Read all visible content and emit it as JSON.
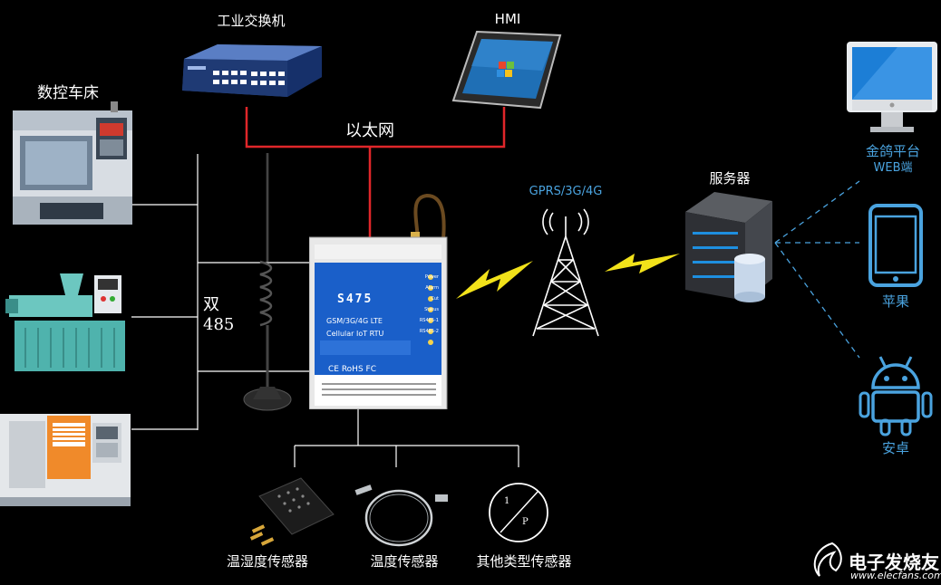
{
  "labels": {
    "switch": "工业交换机",
    "hmi": "HMI",
    "ethernet": "以太网",
    "cnc": "数控车床",
    "dual485_line1": "双",
    "dual485_line2": "485",
    "gprs": "GPRS/3G/4G",
    "server": "服务器",
    "web_line1": "金鸽平台",
    "web_line2": "WEB端",
    "apple": "苹果",
    "android": "安卓",
    "sensor_humidity": "温湿度传感器",
    "sensor_temp": "温度传感器",
    "sensor_other": "其他类型传感器"
  },
  "device": {
    "model": "S475",
    "line1": "GSM/3G/4G LTE",
    "line2": "Cellular IoT RTU",
    "certs": "CE RoHS FC",
    "leds": [
      "Power",
      "Alarm",
      "Cut",
      "Status",
      "RS485-1",
      "RS485-2"
    ]
  },
  "pressure_sensor": {
    "top": "1",
    "bottom": "P"
  },
  "watermark": {
    "cn": "电子发烧友",
    "url": "www.elecfans.com"
  },
  "colors": {
    "ethernet_line": "#e0262a",
    "link_line": "#4aa3df",
    "lightning": "#f2e21a",
    "device_panel": "#1a5fc9"
  }
}
